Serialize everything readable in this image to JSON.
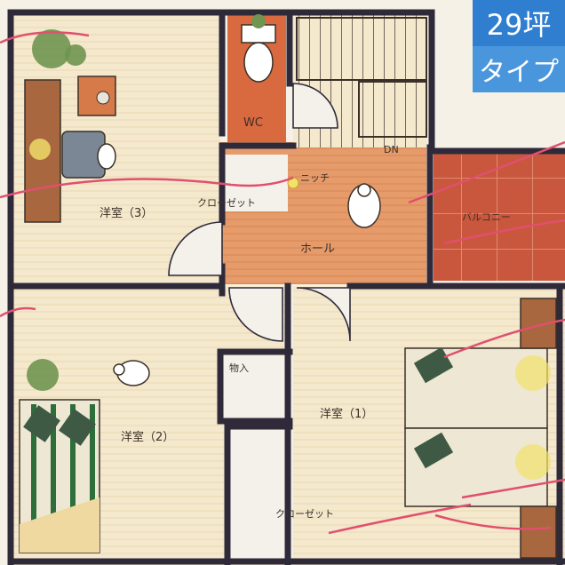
{
  "plan": {
    "rooms": {
      "room3": "洋室（3）",
      "room2": "洋室（2）",
      "room1": "洋室（1）",
      "wc": "WC",
      "closet_top": "クローゼット",
      "closet_bottom": "クローゼット",
      "niche": "ニッチ",
      "hall": "ホール",
      "balcony": "バルコニー",
      "storage": "物入",
      "down": "DN"
    },
    "colors": {
      "wall": "#2f2a3a",
      "floor_wood": "#f3e6c9",
      "hall_floor": "#e39a6a",
      "balcony_tile": "#c9573d",
      "wc_floor": "#d9693f",
      "accent_pink": "#e0506e"
    }
  },
  "badge": {
    "size": "29坪",
    "type": "タイプ",
    "color_top": "#2f7ed0",
    "color_bottom": "#4a96dd"
  }
}
